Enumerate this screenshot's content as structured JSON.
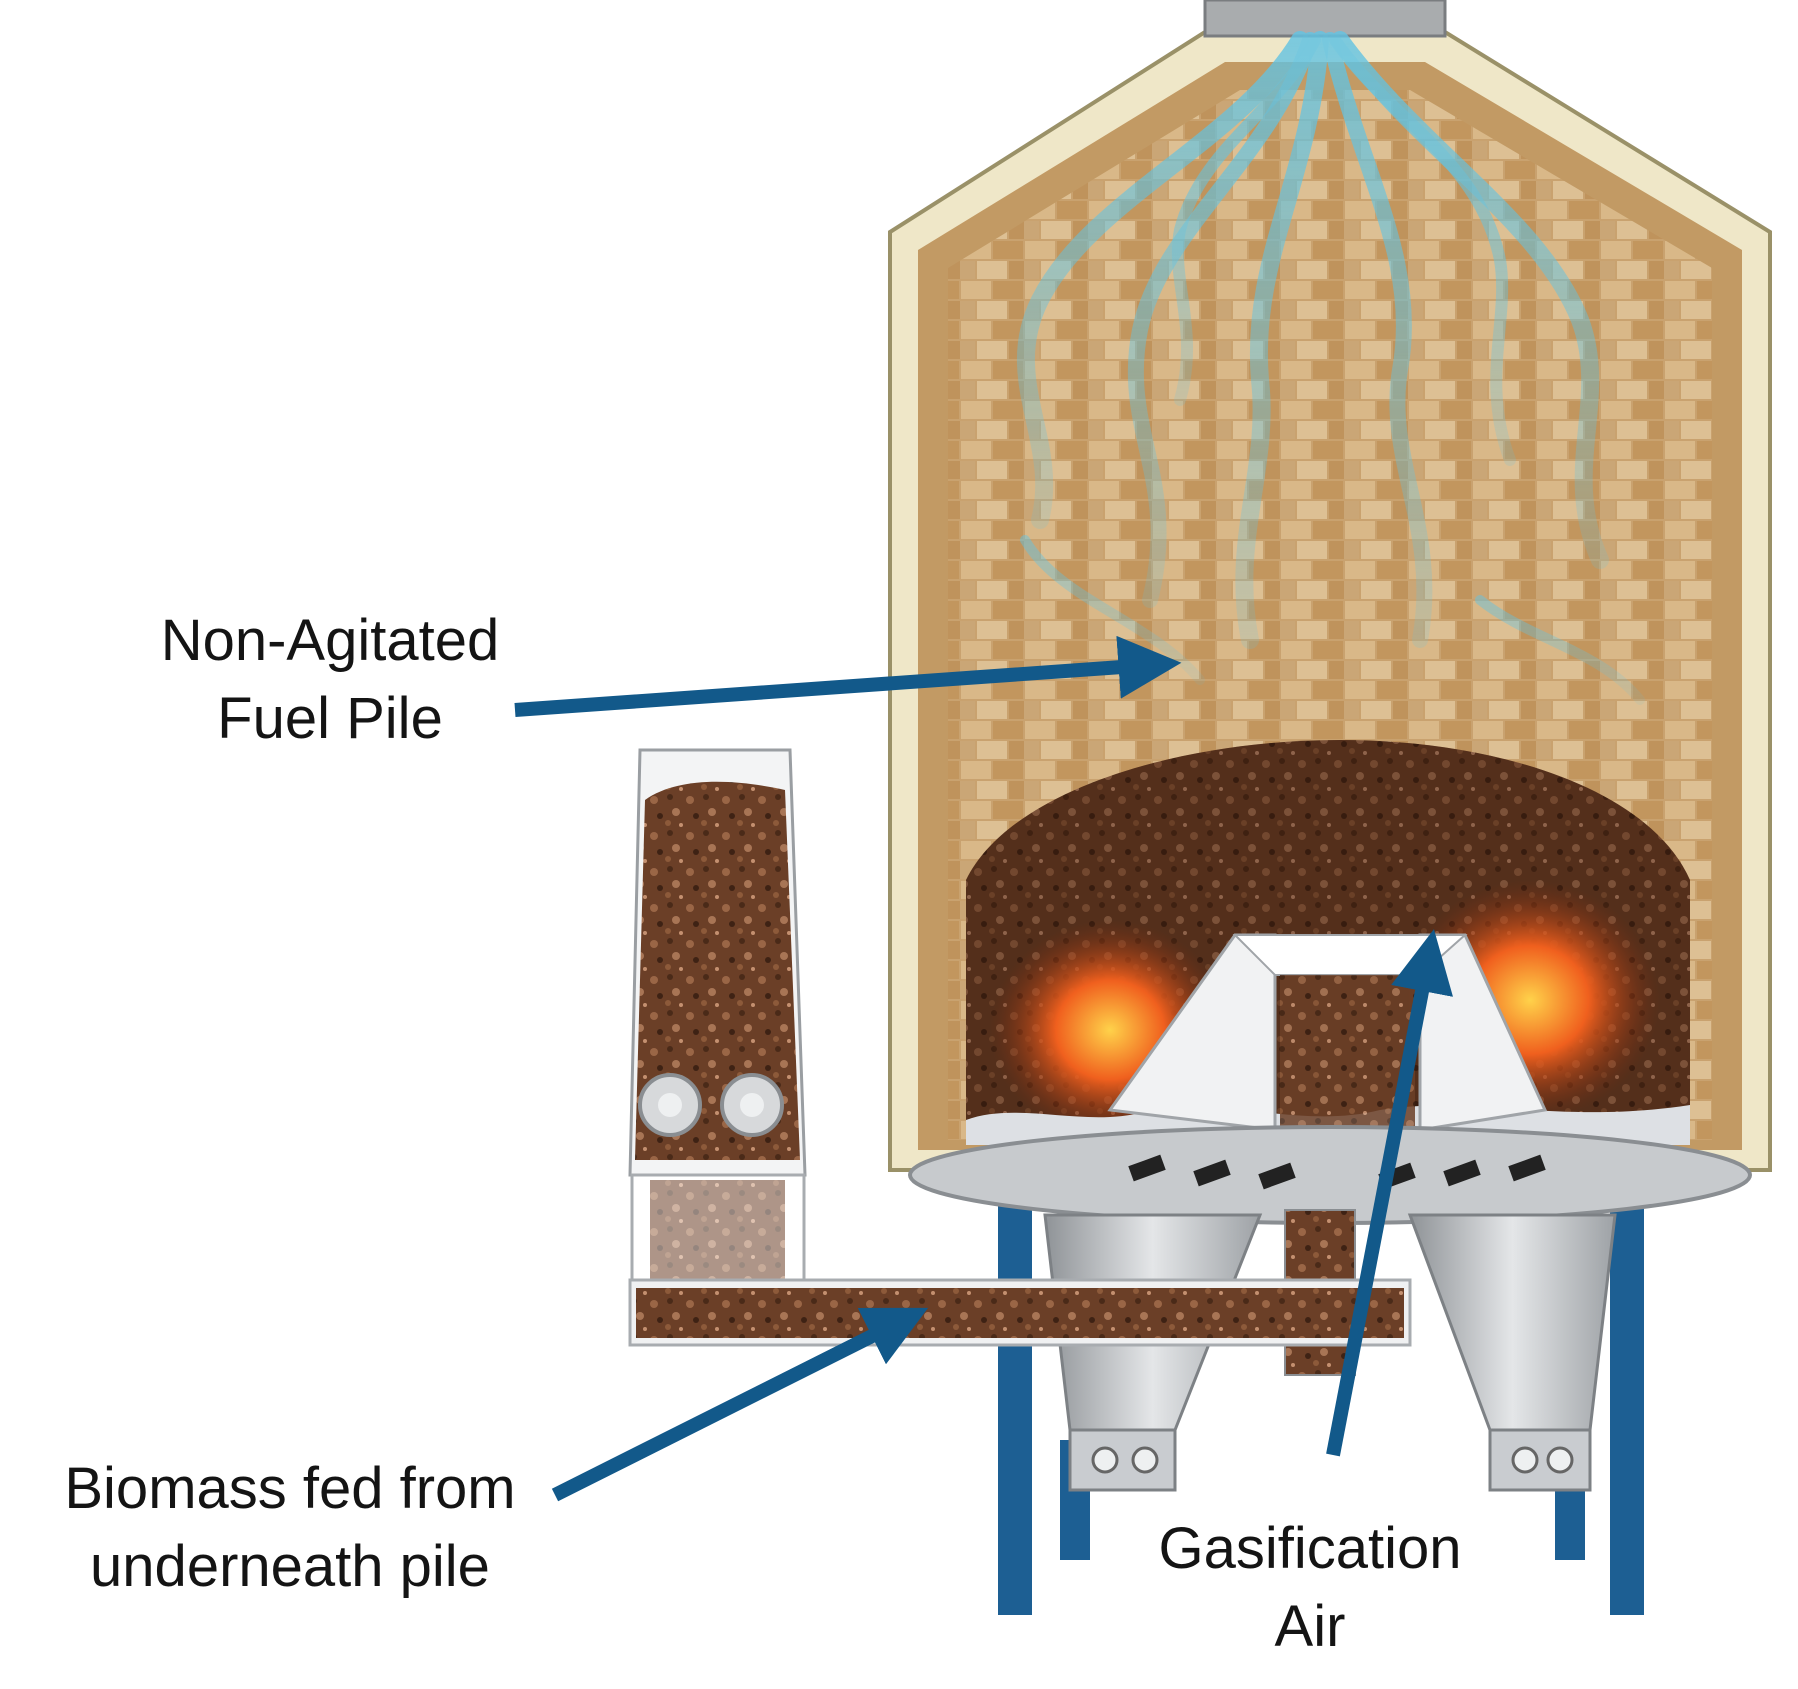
{
  "labels": {
    "fuel_pile": [
      "Non-Agitated",
      "Fuel Pile"
    ],
    "biomass_feed": [
      "Biomass fed from",
      "underneath pile"
    ],
    "gasification_air": [
      "Gasification",
      "Air"
    ]
  },
  "colors": {
    "arrow": "#12598a",
    "leg": "#1d5f93",
    "shell_outer": "#efe7c8",
    "refractory": "#c8a270",
    "fuel": "#6a3d25",
    "ember": "#e0481a",
    "gas_plume": "#62c3e2",
    "steel": "#b9bcbf"
  }
}
